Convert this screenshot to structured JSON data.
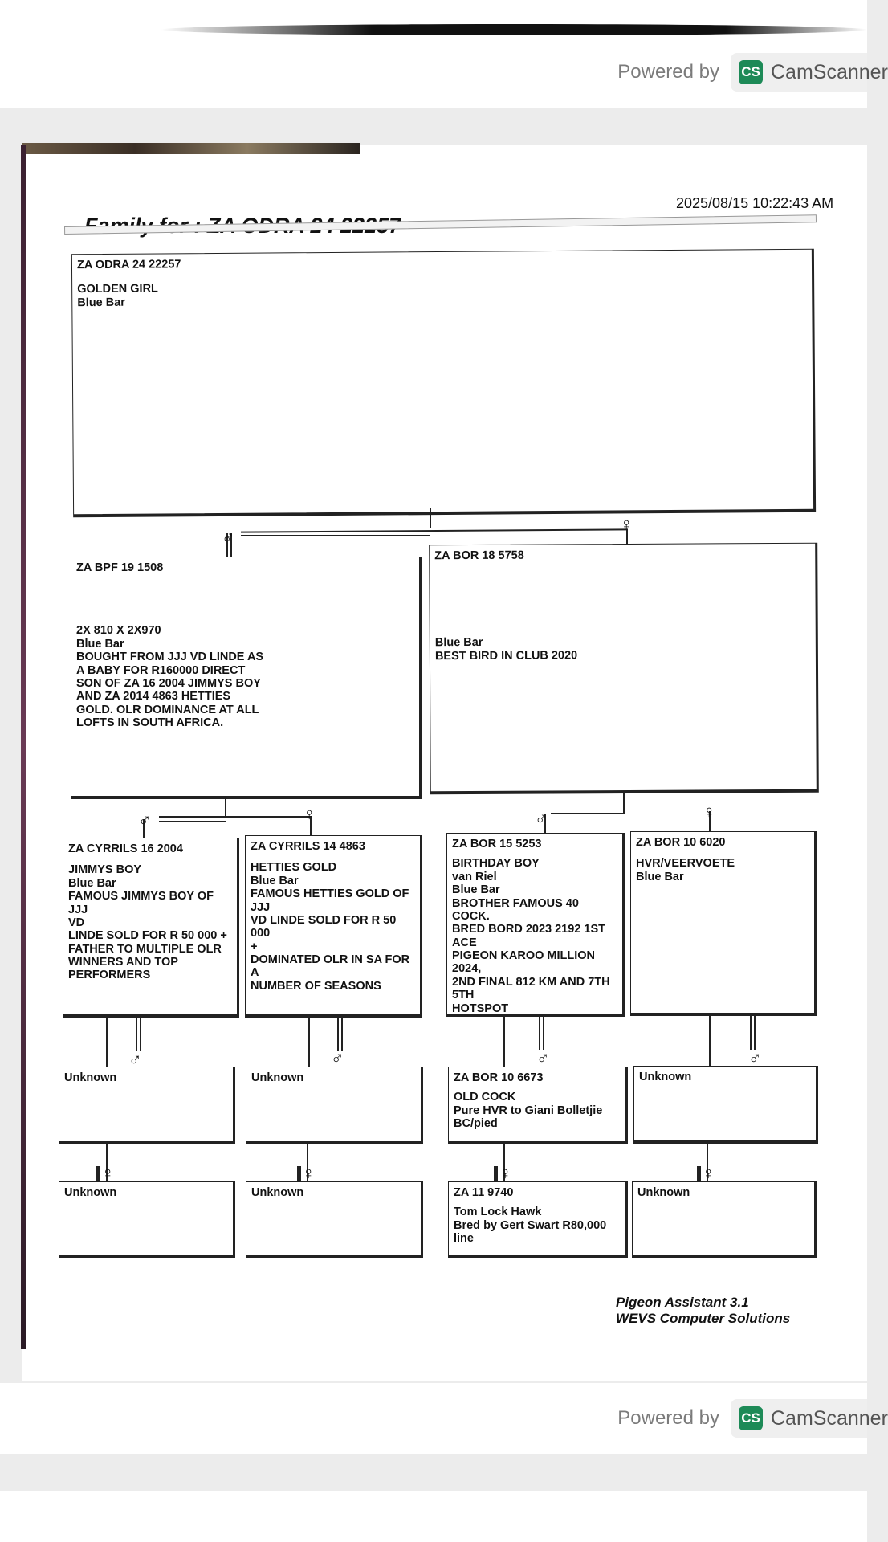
{
  "scanner": {
    "powered_by": "Powered by",
    "logo": "CS",
    "brand": "CamScanner"
  },
  "document": {
    "title": "Family for :  ZA ODRA 24 22257",
    "timestamp": "2025/08/15 10:22:43 AM",
    "subject": {
      "id": "ZA ODRA 24 22257",
      "lines": [
        "GOLDEN GIRL",
        "Blue Bar"
      ]
    },
    "sire": {
      "id": "ZA BPF 19 1508",
      "lines": [
        "2X 810 X 2X970",
        "Blue Bar",
        "BOUGHT FROM JJJ VD LINDE AS",
        "A BABY FOR R160000 DIRECT",
        "SON  OF  ZA 16  2004 JIMMYS BOY",
        "AND  ZA 2014 4863 HETTIES",
        "GOLD. OLR DOMINANCE AT ALL",
        "LOFTS IN SOUTH AFRICA."
      ]
    },
    "dam": {
      "id": "ZA BOR 18 5758",
      "lines": [
        "Blue Bar",
        "BEST BIRD IN CLUB 2020"
      ]
    },
    "grandparents": [
      {
        "id": "ZA CYRRILS 16 2004",
        "lines": [
          "JIMMYS BOY",
          "Blue Bar",
          "FAMOUS JIMMYS BOY OF JJJ",
          "VD",
          "LINDE SOLD FOR R 50 000 +",
          "FATHER TO MULTIPLE OLR",
          "WINNERS AND TOP",
          "PERFORMERS"
        ]
      },
      {
        "id": "ZA CYRRILS 14 4863",
        "lines": [
          "HETTIES GOLD",
          "Blue Bar",
          "FAMOUS HETTIES GOLD OF",
          "JJJ",
          "VD LINDE SOLD FOR R 50 000",
          "+",
          "DOMINATED OLR IN SA FOR A",
          "NUMBER OF SEASONS"
        ]
      },
      {
        "id": "ZA BOR 15 5253",
        "lines": [
          "BIRTHDAY BOY",
          "van Riel",
          "Blue Bar",
          "BROTHER FAMOUS 40 COCK.",
          "BRED BORD 2023 2192 1ST",
          "ACE",
          "PIGEON KAROO MILLION",
          "2024,",
          "2ND FINAL 812 KM AND 7TH",
          "5TH",
          "HOTSPOT"
        ]
      },
      {
        "id": "ZA BOR 10 6020",
        "lines": [
          "HVR/VEERVOETE",
          "Blue Bar"
        ]
      }
    ],
    "great_sires": [
      {
        "id": "Unknown",
        "lines": []
      },
      {
        "id": "Unknown",
        "lines": []
      },
      {
        "id": "ZA BOR 10 6673",
        "lines": [
          "OLD COCK",
          "Pure HVR to Giani Bolletjie",
          "BC/pied"
        ]
      },
      {
        "id": "Unknown",
        "lines": []
      }
    ],
    "great_dams": [
      {
        "id": "Unknown",
        "lines": []
      },
      {
        "id": "Unknown",
        "lines": []
      },
      {
        "id": "ZA  11 9740",
        "lines": [
          "Tom Lock Hawk",
          "Bred by Gert Swart R80,000",
          "line"
        ]
      },
      {
        "id": "Unknown",
        "lines": []
      }
    ],
    "symbols": {
      "male": "♂",
      "female": "♀"
    },
    "footer": [
      "Pigeon Assistant 3.1",
      "WEVS Computer Solutions"
    ]
  }
}
